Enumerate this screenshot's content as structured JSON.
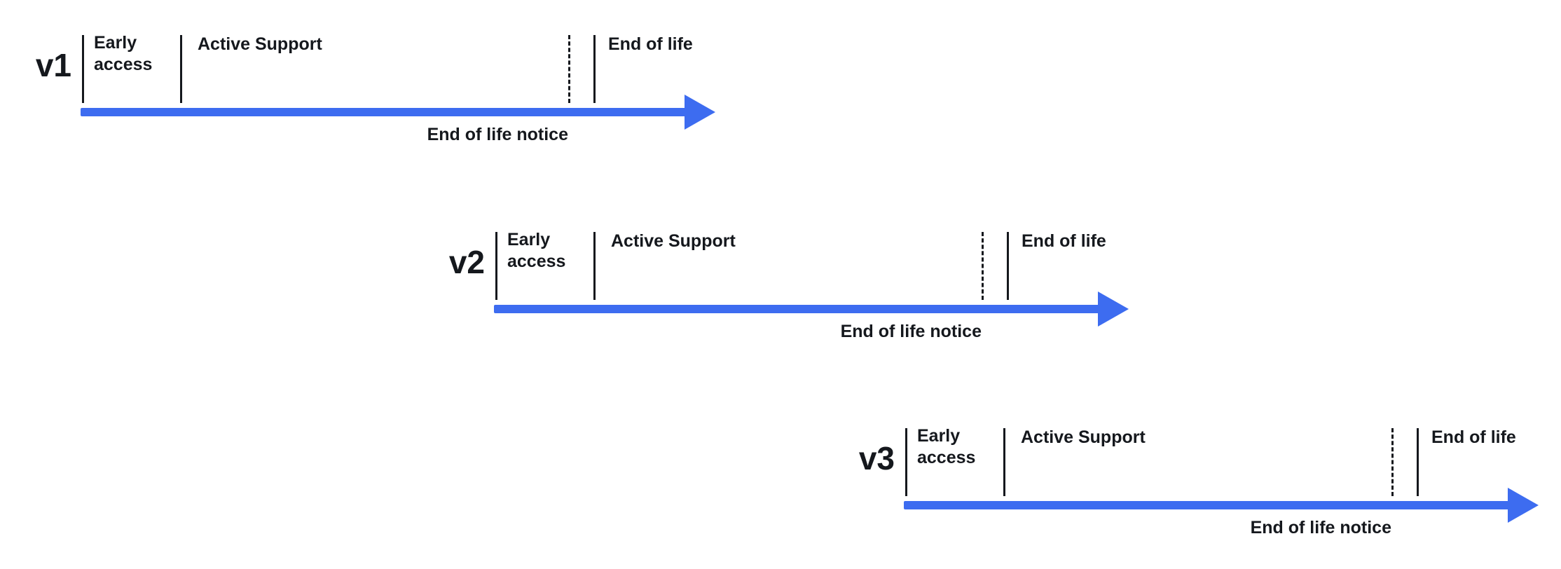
{
  "diagram": {
    "colors": {
      "arrow": "#3D6CF0",
      "text": "#15181D",
      "tick": "#15181D"
    },
    "timelines": [
      {
        "version": "v1",
        "early_access_label": "Early access",
        "active_support_label": "Active Support",
        "end_of_life_label": "End of life",
        "end_of_life_notice_label": "End of life notice"
      },
      {
        "version": "v2",
        "early_access_label": "Early access",
        "active_support_label": "Active Support",
        "end_of_life_label": "End of life",
        "end_of_life_notice_label": "End of life notice"
      },
      {
        "version": "v3",
        "early_access_label": "Early access",
        "active_support_label": "Active Support",
        "end_of_life_label": "End of life",
        "end_of_life_notice_label": "End of life notice"
      }
    ]
  }
}
